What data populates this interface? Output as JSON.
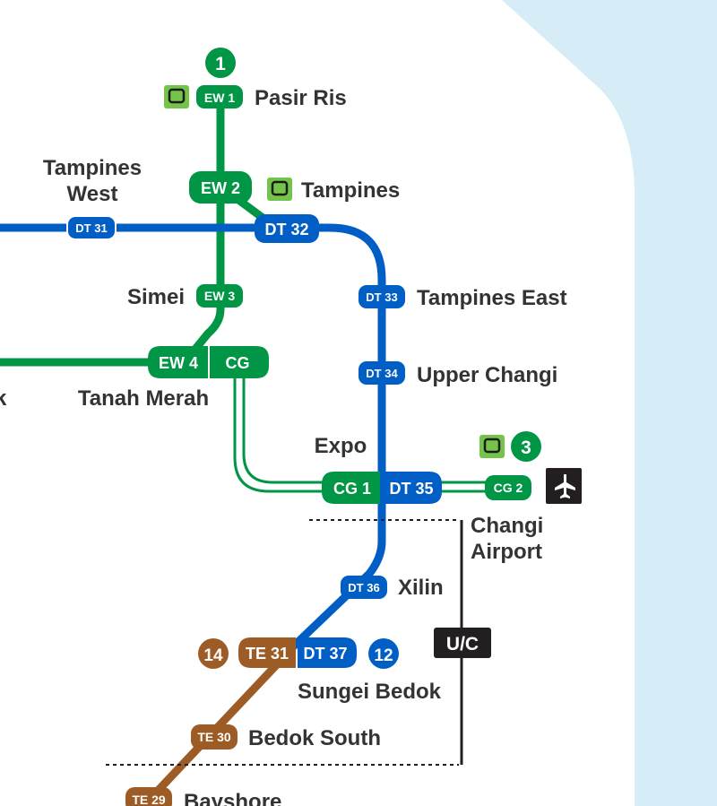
{
  "colors": {
    "ew_line": "#009645",
    "dt_line": "#005EC4",
    "te_line": "#9D5B25",
    "sea": "#D6ECF6",
    "land": "#ffffff",
    "interchange_bus": "#74C44A",
    "uc_box": "#231F20",
    "text": "#333333"
  },
  "stations": {
    "pasir_ris": {
      "name": "Pasir Ris",
      "code": "EW 1"
    },
    "tampines": {
      "name": "Tampines",
      "code_ew": "EW 2",
      "code_dt": "DT 32"
    },
    "tampines_west": {
      "name_line1": "Tampines",
      "name_line2": "West",
      "code": "DT 31"
    },
    "simei": {
      "name": "Simei",
      "code": "EW 3"
    },
    "tanah_merah": {
      "name": "Tanah Merah",
      "code_ew": "EW 4",
      "code_cg": "CG"
    },
    "tampines_east": {
      "name": "Tampines East",
      "code": "DT 33"
    },
    "upper_changi": {
      "name": "Upper Changi",
      "code": "DT 34"
    },
    "expo": {
      "name": "Expo",
      "code_cg": "CG 1",
      "code_dt": "DT 35"
    },
    "changi_airport": {
      "name_line1": "Changi",
      "name_line2": "Airport",
      "code": "CG 2"
    },
    "xilin": {
      "name": "Xilin",
      "code": "DT 36"
    },
    "sungei_bedok": {
      "name": "Sungei Bedok",
      "code_te": "TE 31",
      "code_dt": "DT 37"
    },
    "bedok_south": {
      "name": "Bedok South",
      "code": "TE 30"
    },
    "bayshore": {
      "name": "Bayshore",
      "code": "TE 29"
    },
    "partial_left": {
      "name": "k"
    }
  },
  "markers": {
    "exit_pasir_ris": "1",
    "exit_changi": "3",
    "exit_te": "14",
    "exit_dt": "12",
    "uc_label": "U/C"
  },
  "icons": {
    "bus": "bus-icon",
    "airport": "airplane-icon"
  }
}
